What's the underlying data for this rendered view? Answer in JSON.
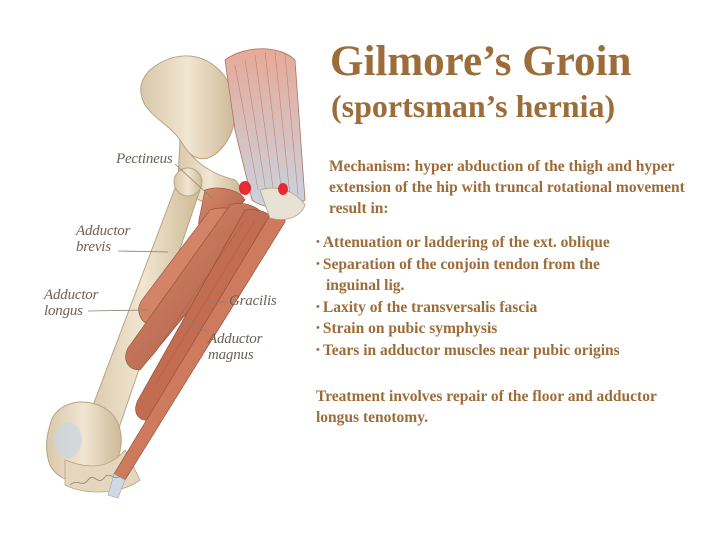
{
  "slide": {
    "title": "Gilmore’s Groin",
    "subtitle": "(sportsman’s hernia)",
    "mechanism": "Mechanism: hyper abduction of the thigh and hyper extension of the hip with truncal rotational movement result in:",
    "bullets": [
      {
        "text": "Attenuation or laddering of the ext. oblique",
        "cont": ""
      },
      {
        "text": "Separation of the conjoin tendon from the",
        "cont": "inguinal lig."
      },
      {
        "text": "Laxity of the transversalis fascia",
        "cont": ""
      },
      {
        "text": "Strain on pubic symphysis",
        "cont": ""
      },
      {
        "text": "Tears in adductor muscles near pubic origins",
        "cont": ""
      }
    ],
    "bullet_glyph": "•",
    "treatment": "Treatment involves repair of the floor and adductor longus tenotomy."
  },
  "illustration": {
    "labels": {
      "pectineus": "Pectineus",
      "adductor_brevis_1": "Adductor",
      "adductor_brevis_2": "brevis",
      "adductor_longus_1": "Adductor",
      "adductor_longus_2": "longus",
      "gracilis": "Gracilis",
      "adductor_magnus_1": "Adductor",
      "adductor_magnus_2": "magnus"
    },
    "colors": {
      "bone": "#eadcc4",
      "muscle": "#c8745a",
      "muscle_light": "#e3a58c",
      "tendon": "#cfd8e4",
      "highlight": "#e8202a"
    }
  },
  "colors": {
    "text_brown": "#9c6c39",
    "label_gray": "#6b6257",
    "background": "#ffffff"
  }
}
